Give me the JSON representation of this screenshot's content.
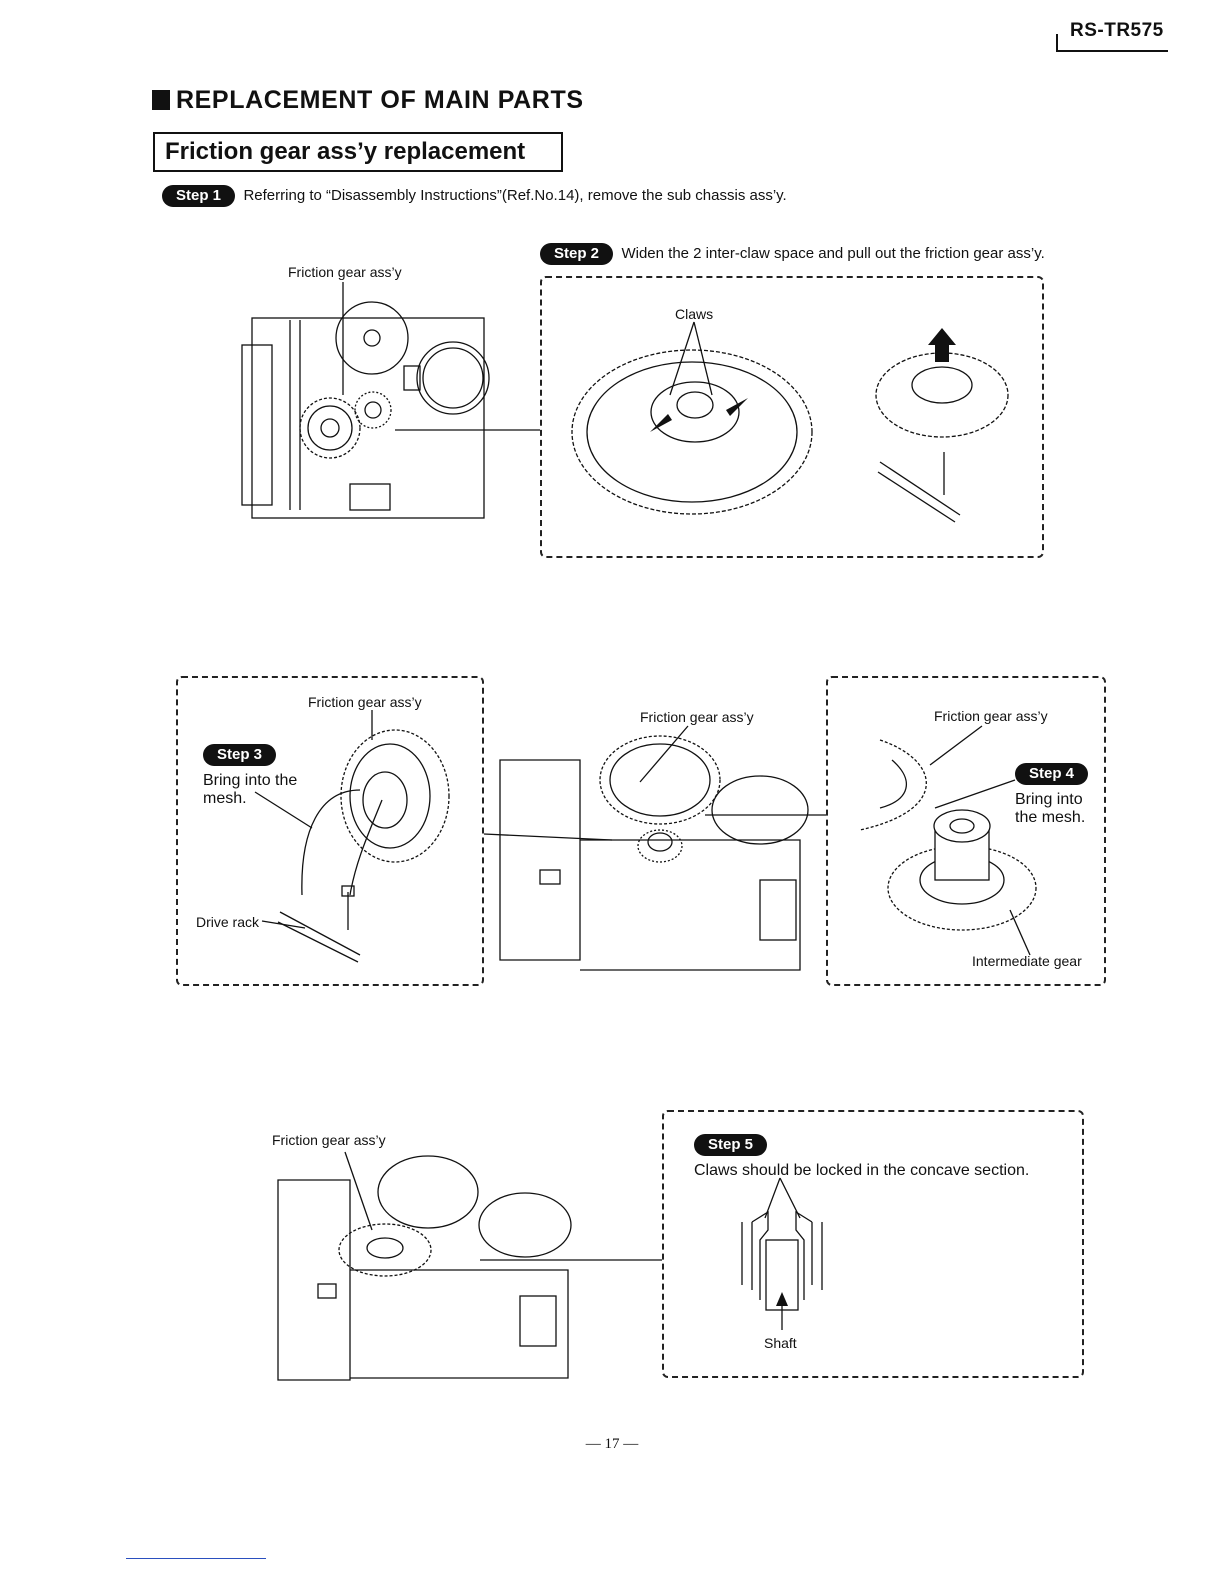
{
  "header": {
    "model": "RS-TR575"
  },
  "section_title": "REPLACEMENT OF MAIN PARTS",
  "subsection_title": "Friction gear ass’y replacement",
  "steps": {
    "step1": {
      "badge": "Step 1",
      "text": "Referring to “Disassembly Instructions”(Ref.No.14), remove the sub chassis ass’y."
    },
    "step2": {
      "badge": "Step 2",
      "text": "Widen the 2 inter-claw space and pull out the friction gear ass’y."
    },
    "step3": {
      "badge": "Step 3",
      "line1": "Bring into the",
      "line2": "mesh."
    },
    "step4": {
      "badge": "Step 4",
      "line1": "Bring into",
      "line2": "the mesh."
    },
    "step5": {
      "badge": "Step 5",
      "text": "Claws should be locked in the concave section."
    }
  },
  "labels": {
    "fig1_friction_gear": "Friction gear ass’y",
    "claws": "Claws",
    "fig3_friction_gear": "Friction gear ass’y",
    "drive_rack": "Drive rack",
    "fig4_friction_gear": "Friction gear ass’y",
    "fig5_friction_gear": "Friction gear ass’y",
    "intermediate_gear": "Intermediate gear",
    "fig6_friction_gear": "Friction gear ass’y",
    "shaft": "Shaft"
  },
  "page_number": "— 17 —"
}
